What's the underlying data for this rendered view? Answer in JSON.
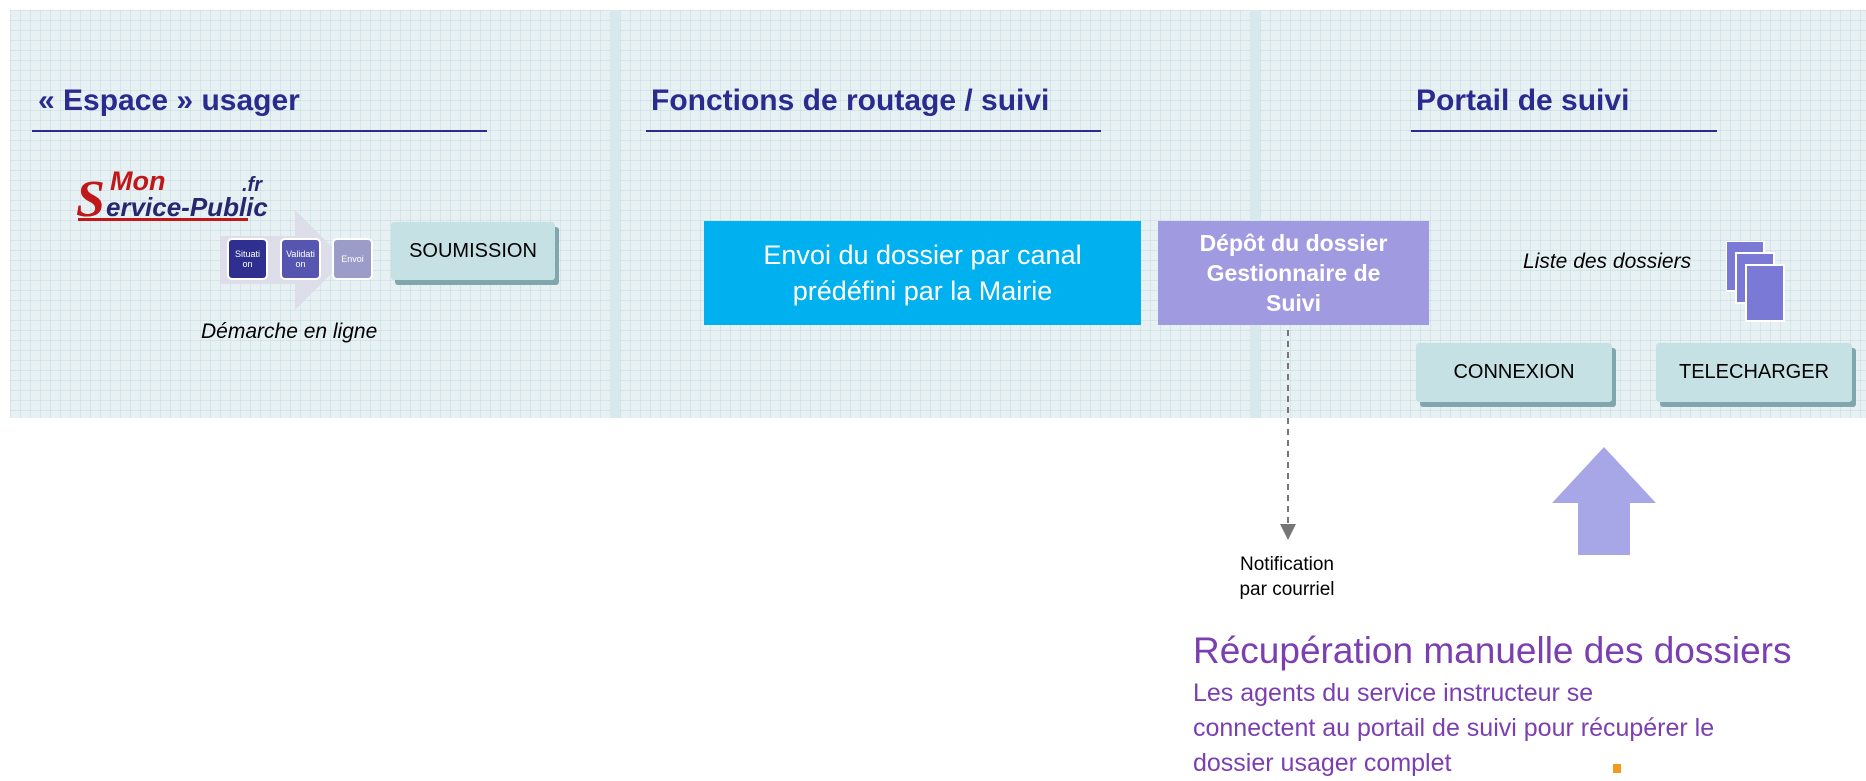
{
  "sections": {
    "left": {
      "title": "« Espace » usager"
    },
    "middle": {
      "title": "Fonctions de routage / suivi"
    },
    "right": {
      "title": "Portail de suivi"
    }
  },
  "logo": {
    "mon": "Mon",
    "s": "S",
    "service": "ervice-Public",
    "fr": ".fr"
  },
  "steps": [
    {
      "label": "Situati on",
      "color": "#2f2f8f"
    },
    {
      "label": "Validati on",
      "color": "#5656b0"
    },
    {
      "label": "Envoi",
      "color": "#9c9cc8"
    }
  ],
  "buttons": {
    "soumission": "SOUMISSION",
    "connexion": "CONNEXION",
    "telecharger": "TELECHARGER"
  },
  "captions": {
    "demarche": "Démarche en ligne",
    "liste": "Liste des dossiers"
  },
  "boxes": {
    "envoi": {
      "line1": "Envoi du dossier par canal",
      "line2": "prédéfini par la Mairie"
    },
    "depot": {
      "line1": "Dépôt du dossier",
      "line2": "Gestionnaire de",
      "line3": "Suivi"
    }
  },
  "notification": {
    "line1": "Notification",
    "line2": "par courriel"
  },
  "recuperation": {
    "title": "Récupération manuelle des dossiers",
    "line1": "Les agents du service instructeur se",
    "line2": "connectent au portail de suivi pour récupérer le",
    "line3": "dossier usager complet"
  },
  "colors": {
    "title": "#2b2b8f",
    "envoi_box": "#00b0ef",
    "depot_box": "#a09ae0",
    "arrow": "#a7a7e8",
    "bottom_text": "#7b3fb2"
  }
}
